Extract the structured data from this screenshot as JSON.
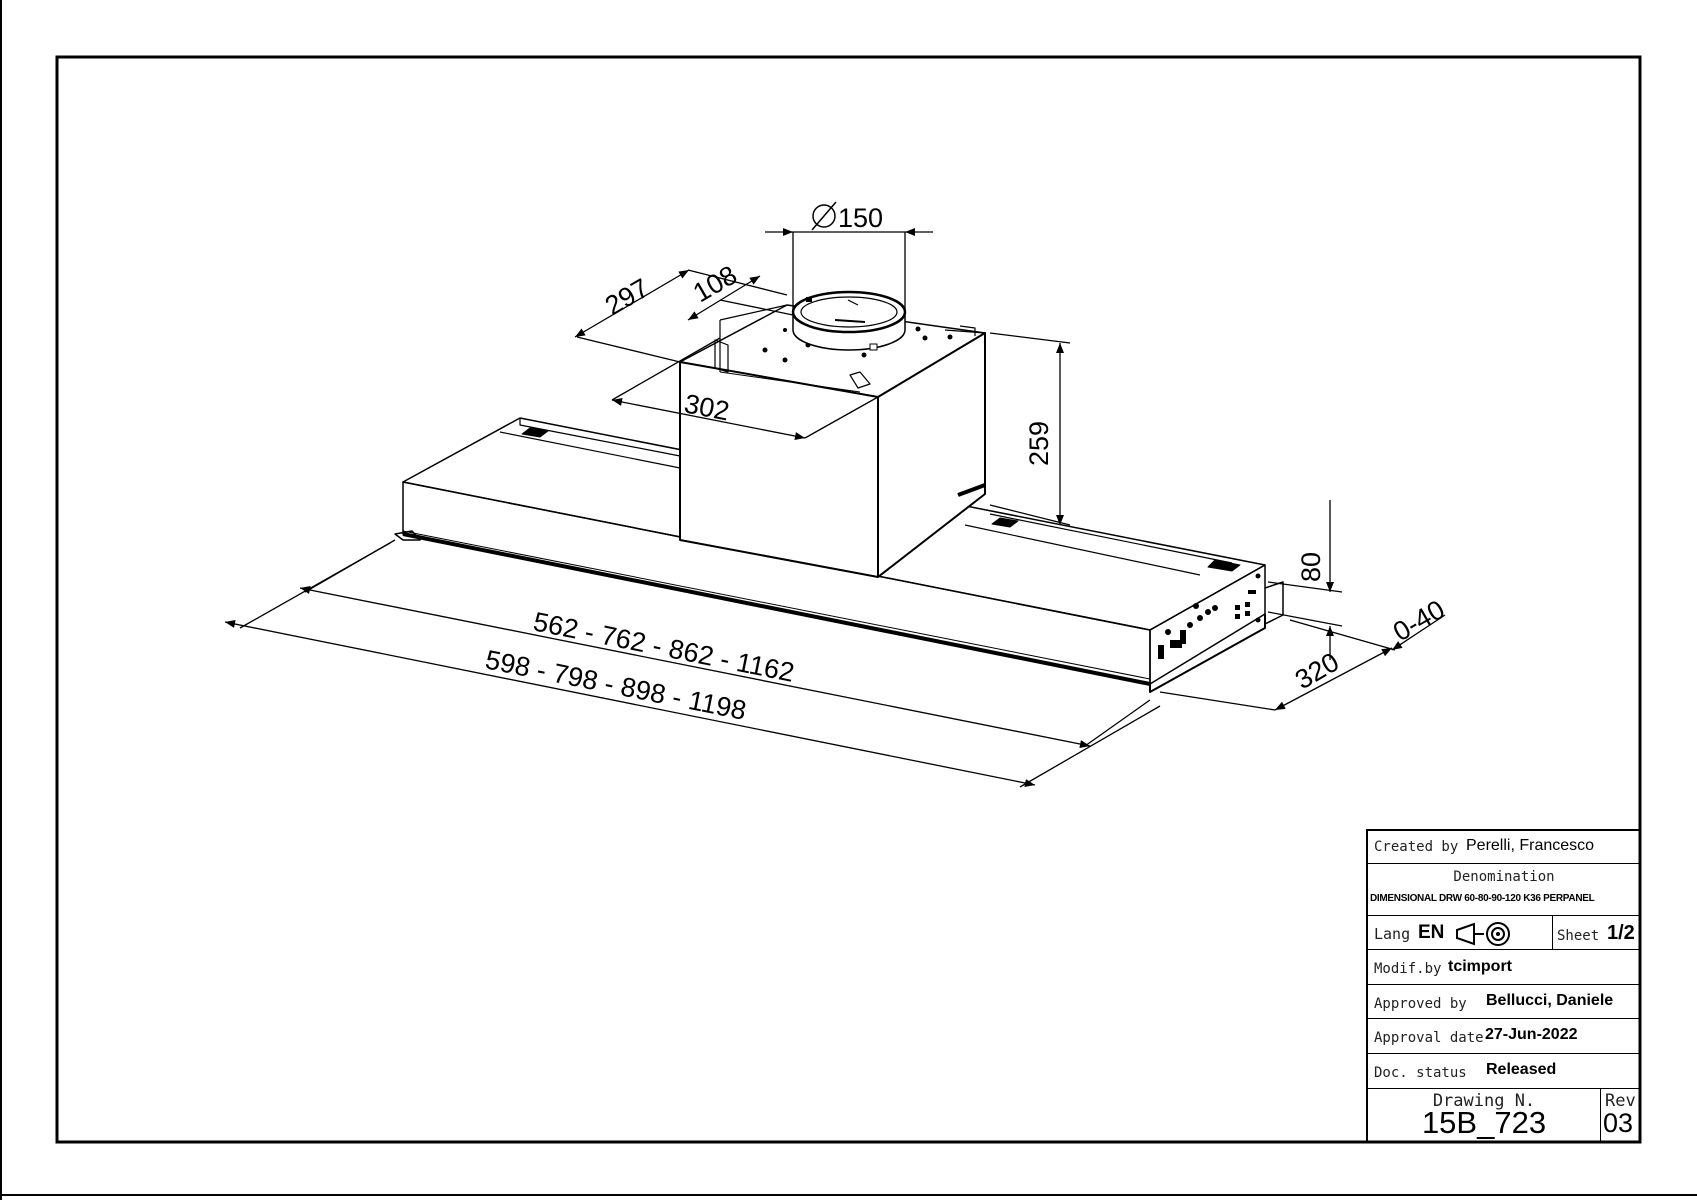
{
  "dimensions": {
    "diameter": "150",
    "depth_top": "297",
    "offset_top": "108",
    "width_box": "302",
    "height_box": "259",
    "height_body": "80",
    "range_adjust": "0-40",
    "depth_body": "320",
    "inner_widths": "562 - 762 - 862 - 1162",
    "outer_widths": "598 - 798 - 898 - 1198"
  },
  "title_block": {
    "created_label": "Created by",
    "created_value": "Perelli, Francesco",
    "denomination_label": "Denomination",
    "denomination_value": "DIMENSIONAL DRW 60-80-90-120 K36 PERPANEL",
    "lang_label": "Lang",
    "lang_value": "EN",
    "sheet_label": "Sheet",
    "sheet_value": "1/2",
    "modif_label": "Modif.by",
    "modif_value": "tcimport",
    "approved_label": "Approved by",
    "approved_value": "Bellucci, Daniele",
    "approval_date_label": "Approval date",
    "approval_date_value": "27-Jun-2022",
    "status_label": "Doc. status",
    "status_value": "Released",
    "drawing_label": "Drawing N.",
    "drawing_value": "15B_723",
    "rev_label": "Rev",
    "rev_value": "03"
  }
}
